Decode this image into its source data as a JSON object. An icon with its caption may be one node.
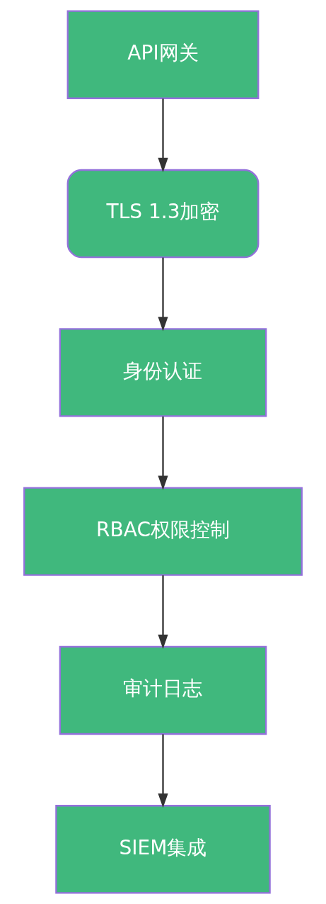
{
  "diagram": {
    "nodes": [
      {
        "text": [
          "API网关"
        ]
      },
      {
        "text": [
          "TLS 1.3加密"
        ]
      },
      {
        "text": [
          "身份认证"
        ]
      },
      {
        "text": [
          "RBAC权限控制"
        ]
      },
      {
        "text": [
          "审计日志"
        ]
      },
      {
        "text": [
          "SIEM集成"
        ]
      }
    ],
    "edges": [
      {
        "from": 0,
        "to": 1,
        "arrow": "to"
      },
      {
        "from": 1,
        "to": 2,
        "arrow": "to"
      },
      {
        "from": 2,
        "to": 3,
        "arrow": "to"
      },
      {
        "from": 3,
        "to": 4,
        "arrow": "to"
      },
      {
        "from": 4,
        "to": 5,
        "arrow": "to"
      }
    ]
  }
}
